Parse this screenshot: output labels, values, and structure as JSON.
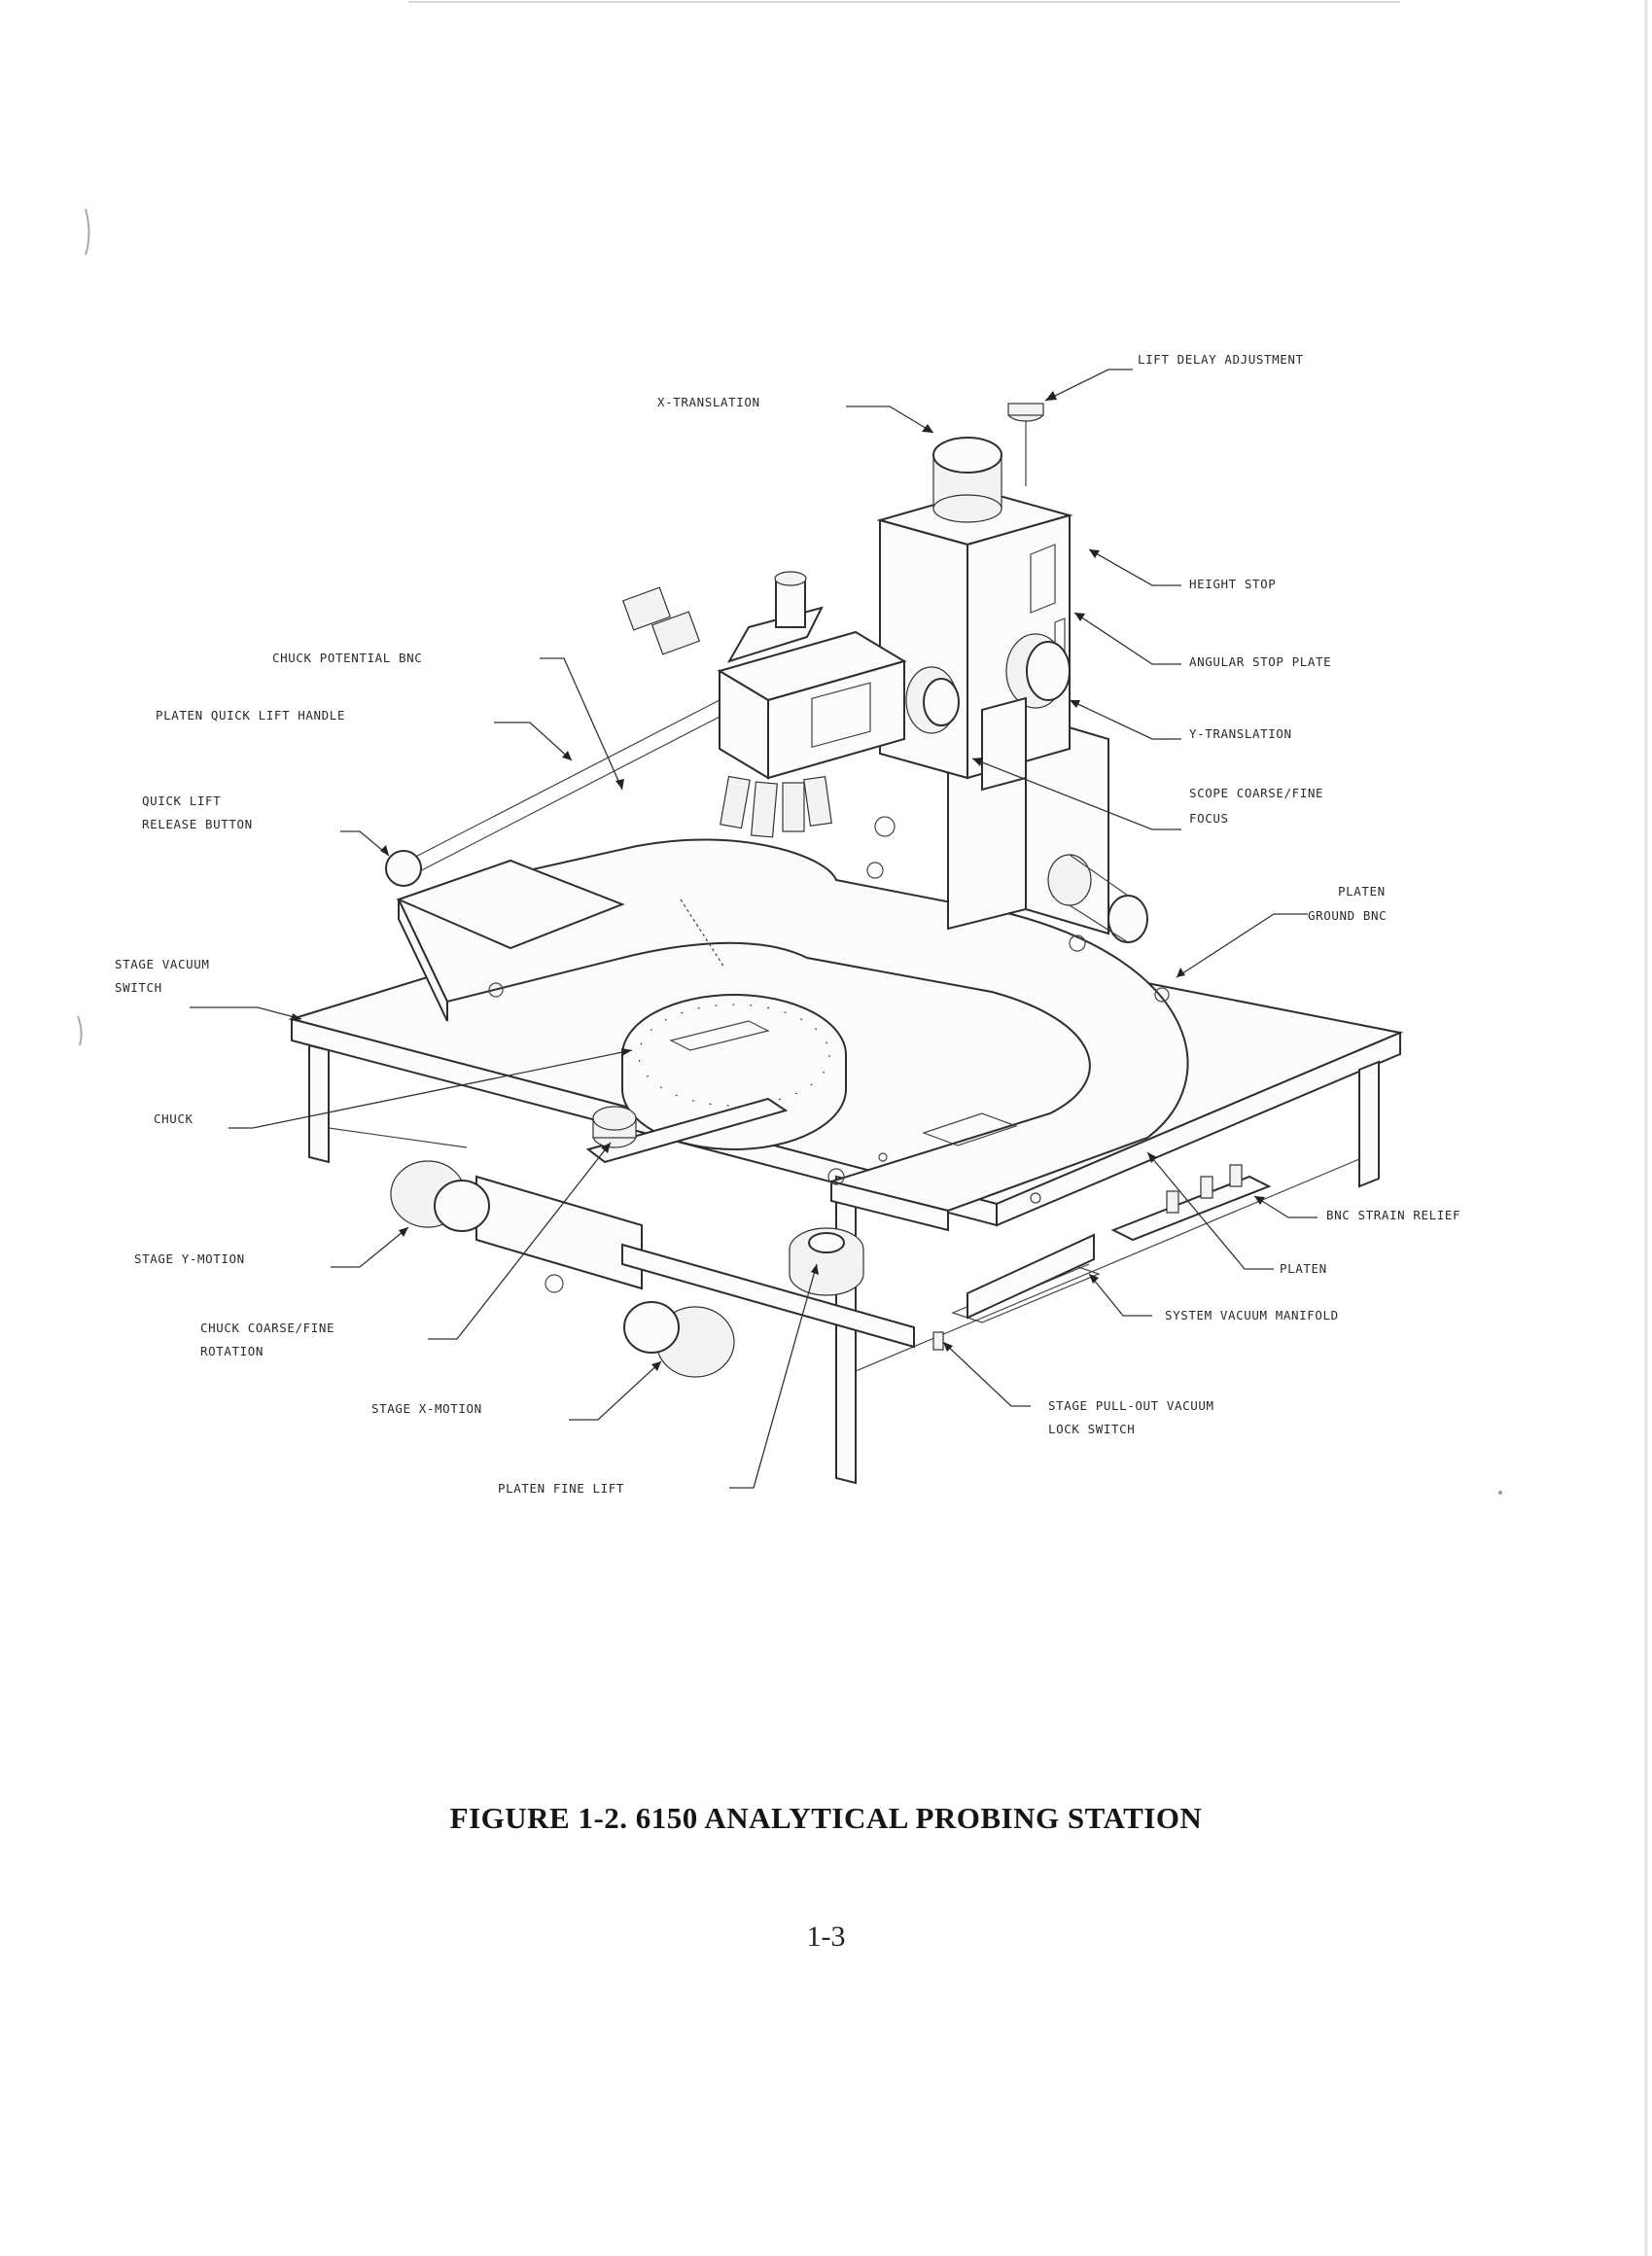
{
  "figure": {
    "caption": "FIGURE 1-2.  6150 ANALYTICAL PROBING STATION",
    "page_number": "1-3",
    "callouts": {
      "lift_delay": "LIFT DELAY ADJUSTMENT",
      "x_translation": "X-TRANSLATION",
      "height_stop": "HEIGHT STOP",
      "angular_stop": "ANGULAR STOP PLATE",
      "chuck_potential": "CHUCK POTENTIAL BNC",
      "platen_quick_lift": "PLATEN QUICK LIFT HANDLE",
      "y_translation": "Y-TRANSLATION",
      "scope_focus_1": "SCOPE COARSE/FINE",
      "scope_focus_2": "FOCUS",
      "quick_lift_1": "QUICK LIFT",
      "quick_lift_2": "RELEASE BUTTON",
      "platen_ground_1": "PLATEN",
      "platen_ground_2": "GROUND BNC",
      "stage_vacuum_1": "STAGE VACUUM",
      "stage_vacuum_2": "SWITCH",
      "chuck": "CHUCK",
      "bnc_strain": "BNC STRAIN RELIEF",
      "stage_y": "STAGE Y-MOTION",
      "platen": "PLATEN",
      "chuck_rotation_1": "CHUCK COARSE/FINE",
      "chuck_rotation_2": "ROTATION",
      "system_vacuum": "SYSTEM VACUUM MANIFOLD",
      "stage_x": "STAGE X-MOTION",
      "pullout_1": "STAGE PULL-OUT VACUUM",
      "pullout_2": "LOCK SWITCH",
      "platen_fine": "PLATEN FINE LIFT"
    }
  }
}
